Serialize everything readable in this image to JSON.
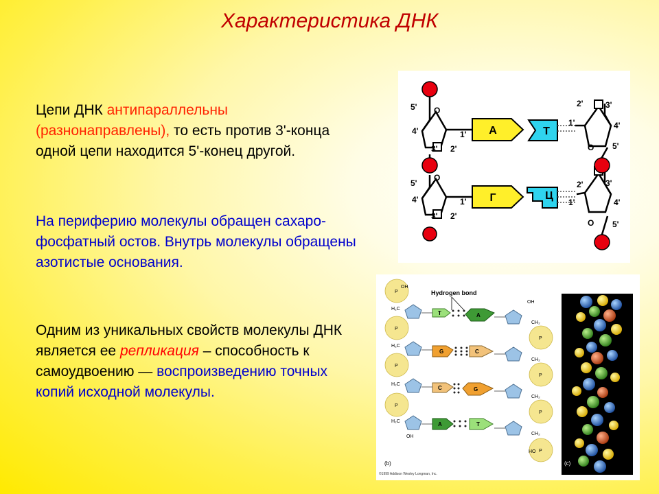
{
  "title": "Характеристика ДНК",
  "p1": {
    "t1": "Цепи ДНК ",
    "t2": "антипараллельны (разнонаправлены),",
    "t3": " то есть против 3'-конца одной цепи находится 5'-конец другой."
  },
  "p2": "На периферию молекулы обращен сахаро-фосфатный остов. Внутрь молекулы обращены азотистые основания.",
  "p3": {
    "t1": "Одним из уникальных свойств молекулы ДНК является ее ",
    "t2": "репликация",
    "t3": " – способность к самоудвоению — ",
    "t4": "воспроизведению точных копий исходной молекулы."
  },
  "fig1": {
    "five": "5'",
    "four": "4'",
    "three": "3'",
    "two": "2'",
    "one": "1'",
    "o": "O",
    "base_a": "A",
    "base_t": "T",
    "base_g": "Г",
    "base_c": "Ц"
  },
  "fig2": {
    "hydrogen_bond": "Hydrogen bond",
    "base_t": "T",
    "base_a": "A",
    "base_g": "G",
    "base_c": "C",
    "oh": "OH",
    "ho": "HO",
    "h2c": "H₂C",
    "ch2": "CH₂",
    "p": "P",
    "label_b": "(b)",
    "label_c": "(c)",
    "copyright": "©1999 Addison Wesley Longman, Inc."
  }
}
